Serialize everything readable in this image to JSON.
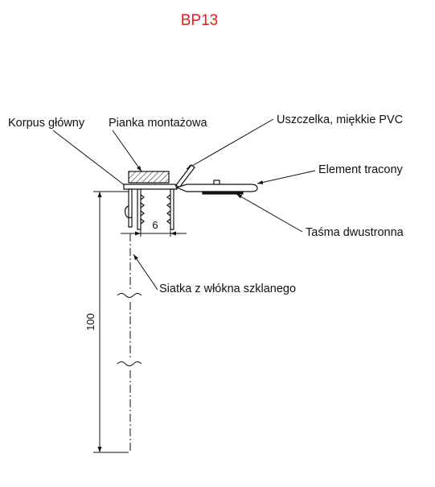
{
  "title": "BP13",
  "colors": {
    "title": "#e0201c",
    "lines": "#111111",
    "hatch": "#111111"
  },
  "labels": {
    "main_body": "Korpus główny",
    "mounting_foam": "Pianka montażowa",
    "gasket": "Uszczelka, miękkie PVC",
    "tear_off": "Element tracony",
    "tape": "Taśma dwustronna",
    "mesh": "Siatka z włókna szklanego"
  },
  "dimensions": {
    "mesh_length": "100",
    "channel_width": "6"
  }
}
